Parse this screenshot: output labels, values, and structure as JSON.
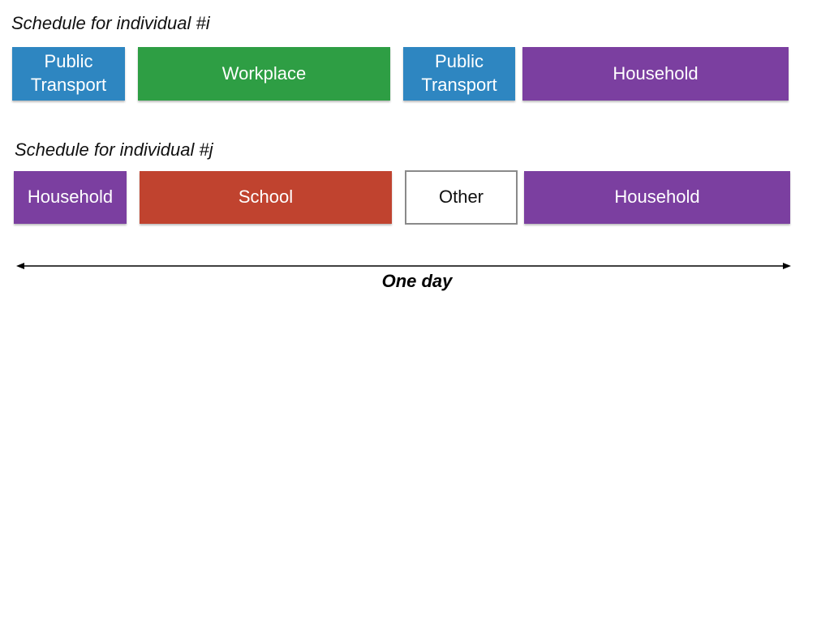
{
  "schedules": [
    {
      "title": "Schedule for individual #i",
      "blocks": [
        {
          "label": "Public\nTransport",
          "kind": "public-transport",
          "color": "#2e86c1"
        },
        {
          "label": "Workplace",
          "kind": "workplace",
          "color": "#2e9e44"
        },
        {
          "label": "Public\nTransport",
          "kind": "public-transport",
          "color": "#2e86c1"
        },
        {
          "label": "Household",
          "kind": "household",
          "color": "#7b3fa0"
        }
      ]
    },
    {
      "title": "Schedule for individual #j",
      "blocks": [
        {
          "label": "Household",
          "kind": "household",
          "color": "#7b3fa0"
        },
        {
          "label": "School",
          "kind": "school",
          "color": "#c0432f"
        },
        {
          "label": "Other",
          "kind": "other",
          "color": "#ffffff"
        },
        {
          "label": "Household",
          "kind": "household",
          "color": "#7b3fa0"
        }
      ]
    }
  ],
  "timeline": {
    "label": "One day"
  }
}
